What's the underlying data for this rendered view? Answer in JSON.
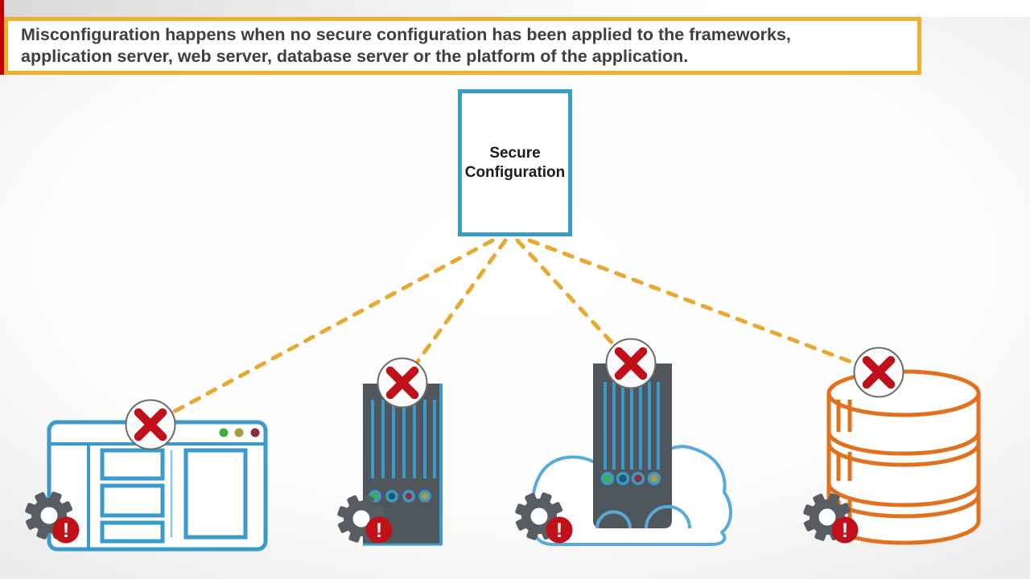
{
  "banner": {
    "line1": "Misconfiguration happens when no secure configuration has been applied to the frameworks,",
    "line2": "application server, web server, database server or the platform of the application."
  },
  "secure_box": {
    "label": "Secure Configuration"
  },
  "badges": {
    "exclamation": "!"
  },
  "nodes": [
    {
      "id": "web-application-window",
      "icon": "browser-window-icon",
      "status": "misconfigured"
    },
    {
      "id": "application-server",
      "icon": "server-icon",
      "status": "misconfigured"
    },
    {
      "id": "cloud-platform-server",
      "icon": "cloud-server-icon",
      "status": "misconfigured"
    },
    {
      "id": "database-server",
      "icon": "database-icon",
      "status": "misconfigured"
    }
  ],
  "colors": {
    "gold": "#E9A930",
    "gold-border": "#EDB02F",
    "blue": "#3A9AC9",
    "blue-light": "#57ABDC",
    "blue-pale": "#8FC3DD",
    "dark": "#4F565C",
    "gear-gray": "#575D63",
    "orange": "#E2711E",
    "red": "#C0111A",
    "red-bar": "#C00000",
    "text-dark": "#3F3F3F",
    "dot-green": "#3FAE49",
    "dot-blue": "#19597A",
    "dot-maroon": "#8C2F3C",
    "dot-olive": "#AE9A3F"
  }
}
